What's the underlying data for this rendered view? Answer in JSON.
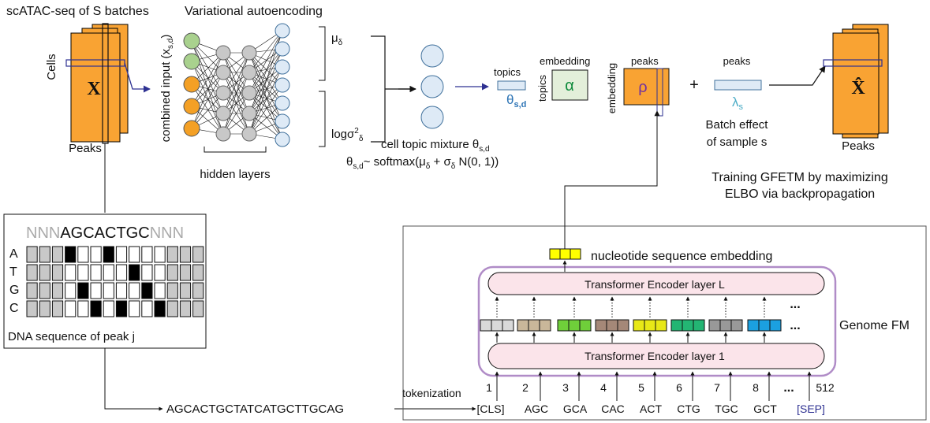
{
  "panel_input": {
    "title": "scATAC-seq of S batches",
    "cells_label": "Cells",
    "peaks_label": "Peaks",
    "matrix_symbol": "X"
  },
  "vae": {
    "title": "Variational autoencoding",
    "combined_input_label": "combined input (x",
    "combined_input_sub": "s,d",
    "combined_input_close": ")",
    "hidden_layers_label": "hidden layers",
    "mu_label": "μ",
    "mu_sub": "δ",
    "logsigma_label": "logσ",
    "logsigma_sup": "2",
    "logsigma_sub": "δ"
  },
  "topic_mixture": {
    "caption_main": "cell topic mixture θ",
    "caption_sub": "s,d",
    "formula_theta": "θ",
    "formula_theta_sub": "s,d",
    "formula_body": "~ softmax(μ",
    "formula_mu_sub": "δ",
    "formula_plus": " + σ",
    "formula_sigma_sub": "δ",
    "formula_end": " N(0, 1))"
  },
  "factorization": {
    "topics_label": "topics",
    "theta_label": "θ",
    "theta_sub": "s,d",
    "embedding_label": "embedding",
    "topics_vertical": "topics",
    "alpha_label": "α",
    "peaks_label_rho": "peaks",
    "embedding_vertical": "embedding",
    "rho_label": "ρ",
    "plus_sign": "+",
    "peaks_label_lambda": "peaks",
    "lambda_label": "λ",
    "lambda_sub": "s",
    "batch_effect_line1": "Batch effect",
    "batch_effect_line2": "of sample s"
  },
  "output": {
    "symbol": "X̂",
    "peaks_label": "Peaks",
    "training_line1": "Training GFETM by maximizing",
    "training_line2": "ELBO via backpropagation"
  },
  "dna_panel": {
    "seq_prefix": "NNN",
    "seq_core": "AGCACTGC",
    "seq_suffix": "NNN",
    "row_labels": [
      "A",
      "T",
      "G",
      "C"
    ],
    "caption": "DNA sequence of peak j"
  },
  "sequence": {
    "text": "AGCACTGCTATCATGCTTGCAG",
    "tokenization_label": "tokenization"
  },
  "genome_fm": {
    "label": "Genome FM",
    "embedding_label": "nucleotide sequence embedding",
    "layer_top": "Transformer Encoder layer L",
    "layer_bottom": "Transformer Encoder layer 1",
    "ellipsis": "...",
    "token_numbers": [
      "1",
      "2",
      "3",
      "4",
      "5",
      "6",
      "7",
      "8",
      "512"
    ],
    "tokens": [
      "[CLS]",
      "AGC",
      "GCA",
      "CAC",
      "ACT",
      "CTG",
      "TGC",
      "GCT",
      "[SEP]"
    ],
    "token_colors": [
      "#d9d9d9",
      "#c9b79a",
      "#6fcf3a",
      "#a58878",
      "#e8e817",
      "#23b573",
      "#999999",
      "#1ba0e0"
    ]
  },
  "colors": {
    "orange": "#f9a333",
    "alpha_fill": "#e3efda",
    "circle_fill": "#deeaf6",
    "circle_stroke": "#41719c",
    "input_green": "#a9d18e",
    "input_orange": "#f4a025",
    "hidden_gray": "#c8c8c8",
    "encoder_fill": "#fbe4ea",
    "encoder_border": "#b08cc7",
    "nav_blue": "#2e3192",
    "theta_blue": "#2e75b6",
    "lambda_cyan": "#4bacc6",
    "alpha_green": "#0e8a3b",
    "rho_purple": "#7030a0",
    "sep_blue": "#2e3192",
    "yellow": "#ffff00"
  }
}
